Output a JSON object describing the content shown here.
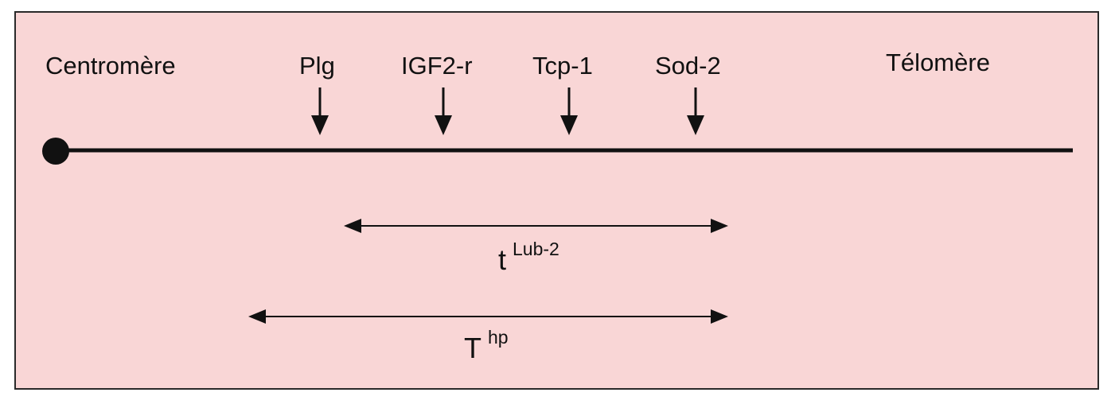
{
  "diagram": {
    "labels": {
      "centromere": "Centromère",
      "telomere": "Télomère"
    },
    "genes": [
      {
        "name": "Plg"
      },
      {
        "name": "IGF2-r"
      },
      {
        "name": "Tcp-1"
      },
      {
        "name": "Sod-2"
      }
    ],
    "ranges": [
      {
        "base": "t",
        "sup": "Lub-2"
      },
      {
        "base": "T",
        "sup": "hp"
      }
    ]
  }
}
